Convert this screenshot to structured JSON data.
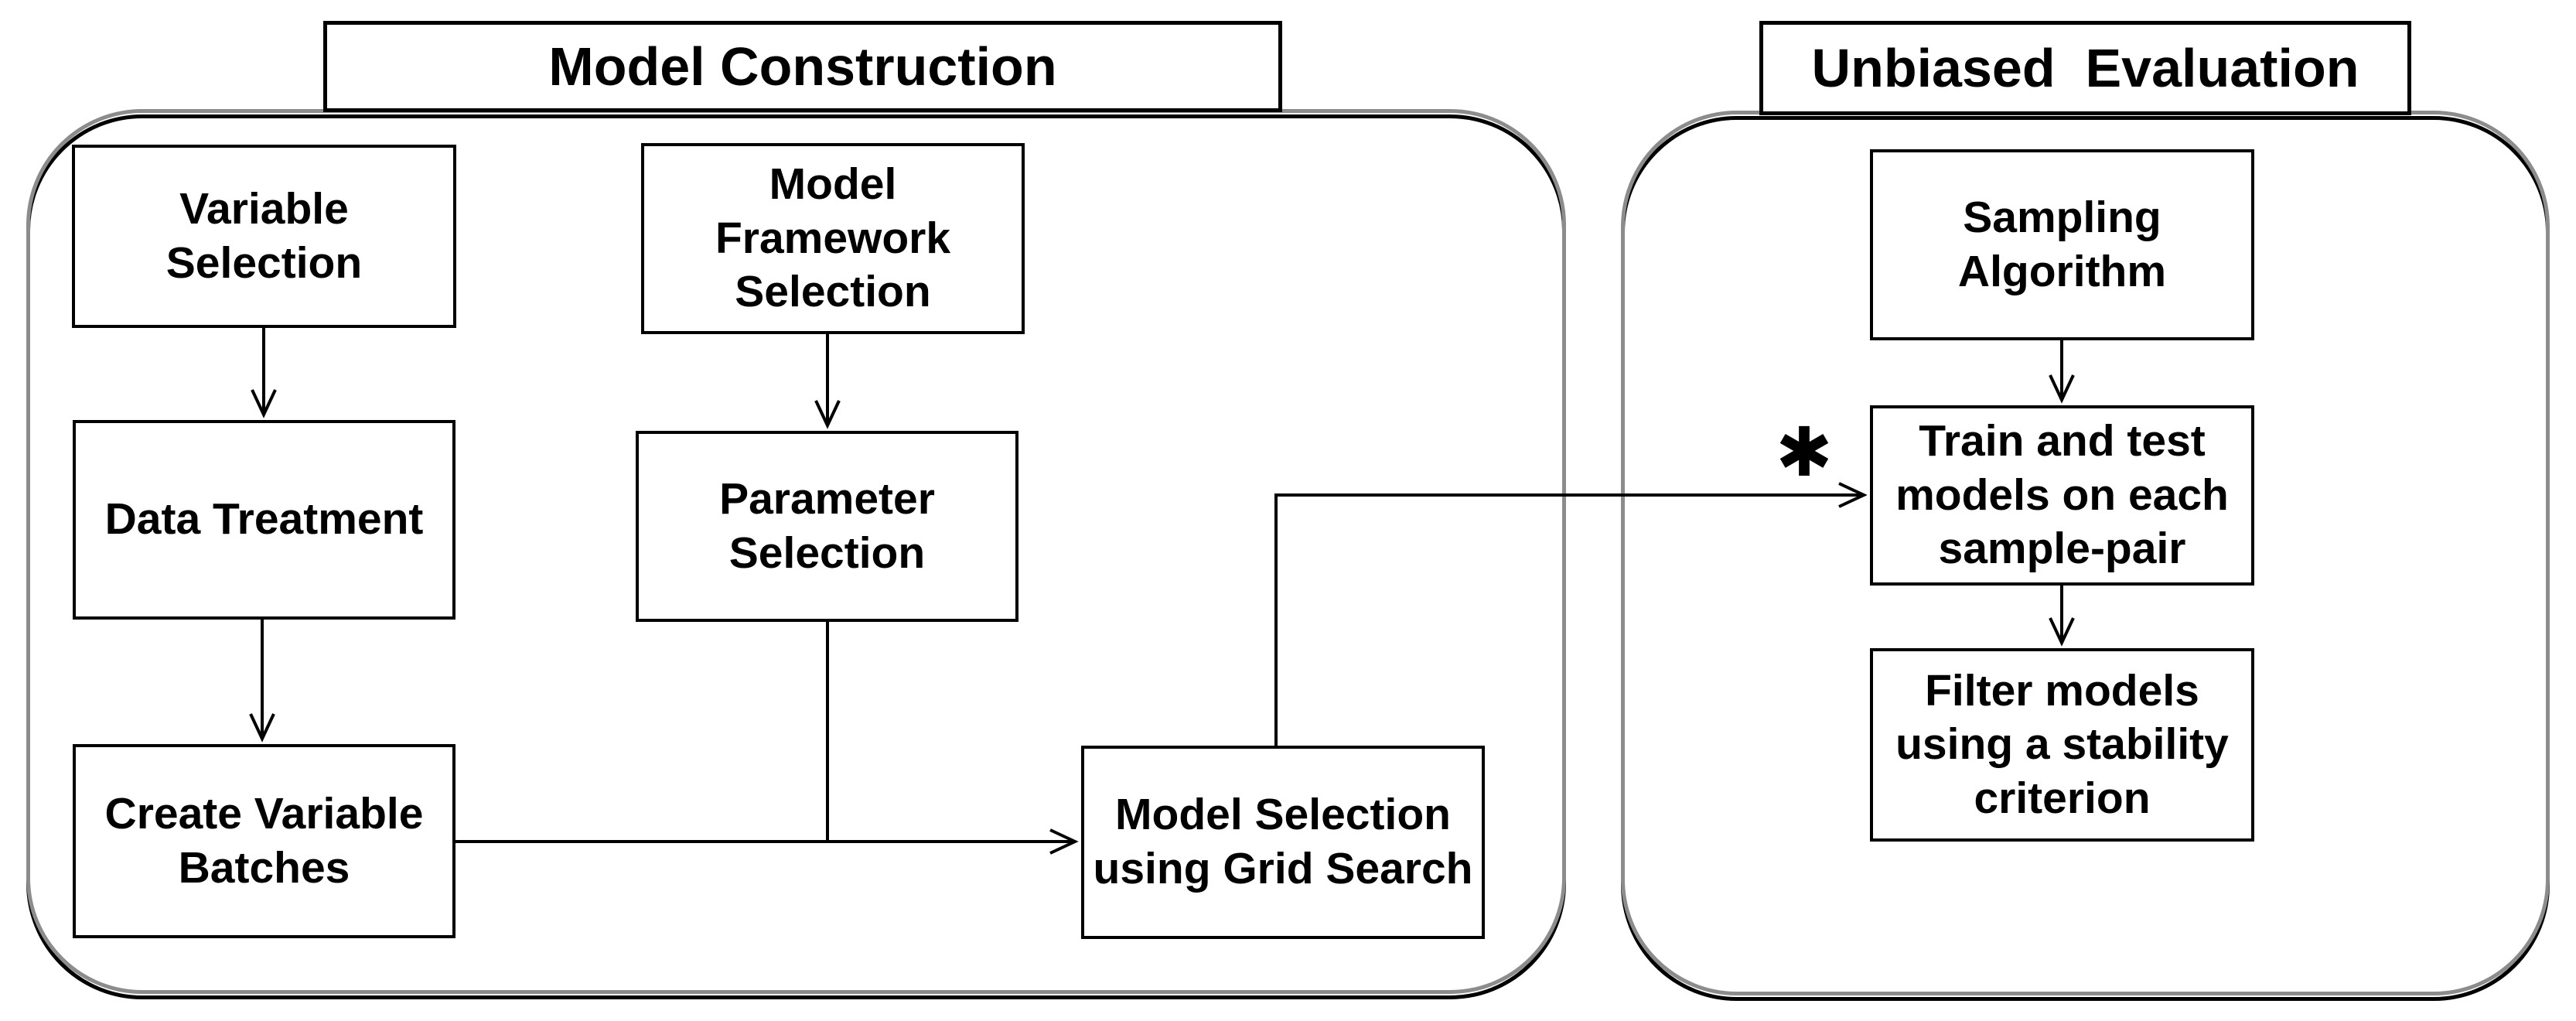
{
  "canvas": {
    "background": "#ffffff",
    "stroke_color": "#000000",
    "shadow_color": "#8c8c8c",
    "fill_color": "#ffffff"
  },
  "sections": {
    "model_construction": {
      "title": "Model Construction"
    },
    "unbiased_evaluation": {
      "title": "Unbiased  Evaluation"
    }
  },
  "nodes": {
    "variable_selection": {
      "label": "Variable\nSelection"
    },
    "model_framework_selection": {
      "label": "Model\nFramework\nSelection"
    },
    "data_treatment": {
      "label": "Data Treatment"
    },
    "parameter_selection": {
      "label": "Parameter\nSelection"
    },
    "create_variable_batches": {
      "label": "Create Variable\nBatches"
    },
    "model_selection_grid_search": {
      "label": "Model Selection\nusing Grid Search"
    },
    "sampling_algorithm": {
      "label": "Sampling\nAlgorithm"
    },
    "train_test_models": {
      "label": "Train and test\nmodels on each\nsample-pair"
    },
    "filter_models": {
      "label": "Filter models\nusing a stability\ncriterion"
    }
  },
  "annotations": {
    "asterisk": {
      "text": "✱"
    }
  }
}
